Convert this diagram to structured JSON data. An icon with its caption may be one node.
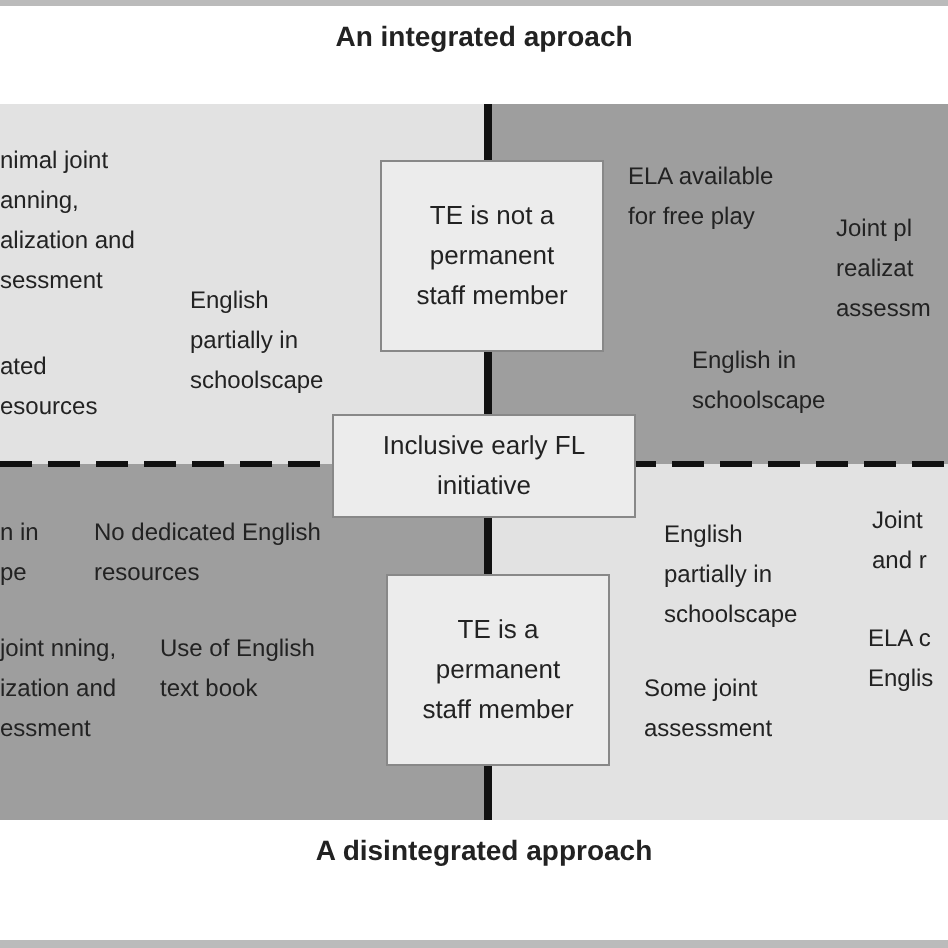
{
  "diagram": {
    "nodes": [
      {
        "text": [
          "TE is not a permanent staff member"
        ]
      },
      {
        "text": [
          "Inclusive early FL initiative"
        ]
      },
      {
        "text": [
          "TE is a permanent staff member"
        ]
      }
    ],
    "labels": [
      "An integrated aproach",
      "nimal joint anning, alization and sessment",
      "English partially in schoolscape",
      "ated esources",
      "ELA available for free play",
      "Joint pl realizat assessm",
      "English in schoolscape",
      "n in pe",
      "No dedicated English resources",
      "English partially in schoolscape",
      "Joint and r",
      "joint nning, ization and essment",
      "Use of English text book",
      "ELA c Englis",
      "Some joint assessment",
      "A disintegrated approach"
    ]
  }
}
